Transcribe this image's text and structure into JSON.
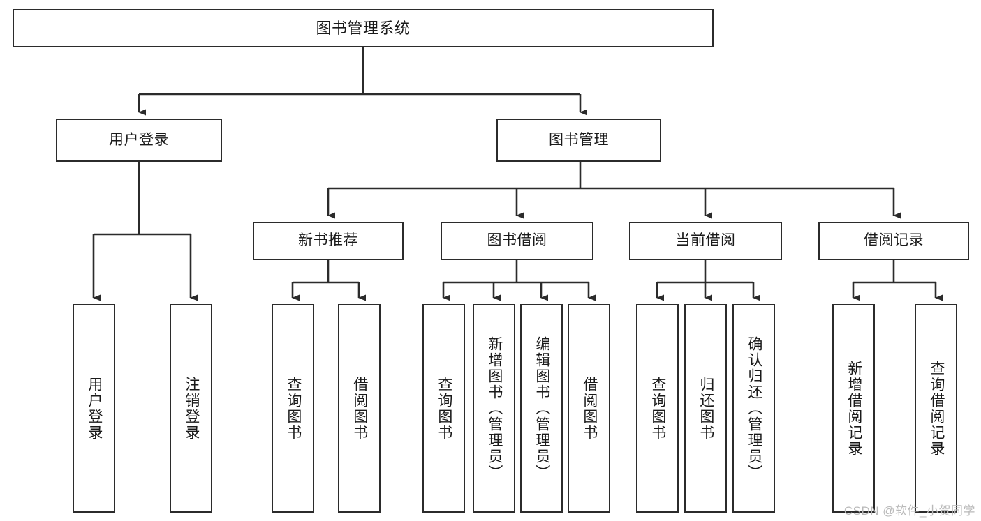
{
  "diagram": {
    "title": "图书管理系统",
    "type": "tree",
    "watermark": "CSDN @软件_小贺同学",
    "colors": {
      "stroke": "#2b2b2b",
      "fill": "#ffffff",
      "text": "#1a1a1a",
      "watermark": "#b9b9b9"
    },
    "nodes": {
      "root": {
        "label": "图书管理系统"
      },
      "level2": [
        {
          "id": "user-login",
          "label": "用户登录"
        },
        {
          "id": "book-manage",
          "label": "图书管理"
        }
      ],
      "level3": [
        {
          "id": "new-book-recommend",
          "label": "新书推荐"
        },
        {
          "id": "book-borrow",
          "label": "图书借阅"
        },
        {
          "id": "current-borrow",
          "label": "当前借阅"
        },
        {
          "id": "borrow-record",
          "label": "借阅记录"
        }
      ],
      "leaves": {
        "user_login": [
          {
            "id": "leaf-user-login",
            "label": "用户登录"
          },
          {
            "id": "leaf-logout-login",
            "label": "注销登录"
          }
        ],
        "new_book_recommend": [
          {
            "id": "leaf-query-book-1",
            "label": "查询图书"
          },
          {
            "id": "leaf-borrow-book-1",
            "label": "借阅图书"
          }
        ],
        "book_borrow": [
          {
            "id": "leaf-query-book-2",
            "label": "查询图书"
          },
          {
            "id": "leaf-add-book",
            "label": "新增图书（管理员）"
          },
          {
            "id": "leaf-edit-book",
            "label": "编辑图书（管理员）"
          },
          {
            "id": "leaf-borrow-book-2",
            "label": "借阅图书"
          }
        ],
        "current_borrow": [
          {
            "id": "leaf-query-book-3",
            "label": "查询图书"
          },
          {
            "id": "leaf-return-book",
            "label": "归还图书"
          },
          {
            "id": "leaf-confirm-return",
            "label": "确认归还（管理员）"
          }
        ],
        "borrow_record": [
          {
            "id": "leaf-add-record",
            "label": "新增借阅记录"
          },
          {
            "id": "leaf-query-record",
            "label": "查询借阅记录"
          }
        ]
      }
    }
  }
}
